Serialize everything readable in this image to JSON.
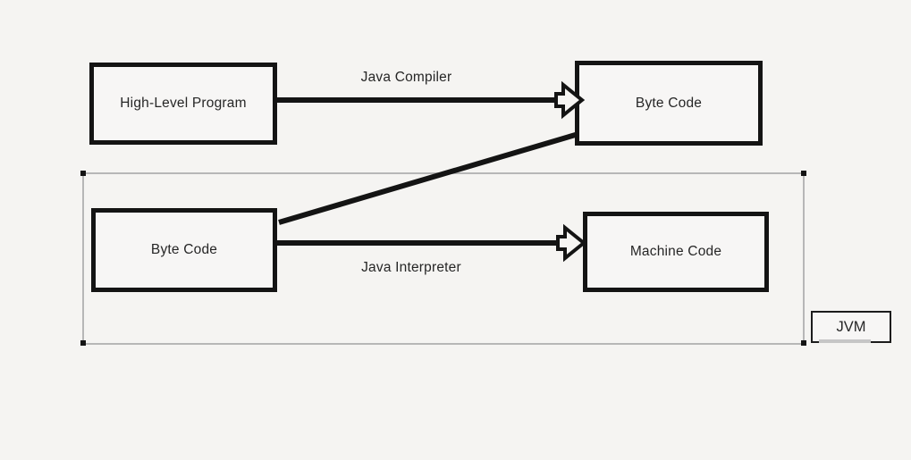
{
  "diagram": {
    "nodes": {
      "high_level_program": {
        "label": "High-Level Program"
      },
      "byte_code_top": {
        "label": "Byte Code"
      },
      "byte_code_bottom": {
        "label": "Byte Code"
      },
      "machine_code": {
        "label": "Machine Code"
      },
      "jvm": {
        "label": "JVM"
      }
    },
    "edges": {
      "compile": {
        "label": "Java Compiler",
        "from": "high_level_program",
        "to": "byte_code_top",
        "style": "block-arrow"
      },
      "interpret": {
        "label": "Java Interpreter",
        "from": "byte_code_bottom",
        "to": "machine_code",
        "style": "block-arrow"
      },
      "link": {
        "label": "",
        "from": "byte_code_bottom",
        "to": "byte_code_top",
        "style": "plain-line"
      }
    },
    "colors": {
      "background": "#f5f4f2",
      "node_border": "#141414",
      "node_fill": "#f7f6f5",
      "container_border": "#b7b7b7",
      "text": "#262626"
    }
  }
}
